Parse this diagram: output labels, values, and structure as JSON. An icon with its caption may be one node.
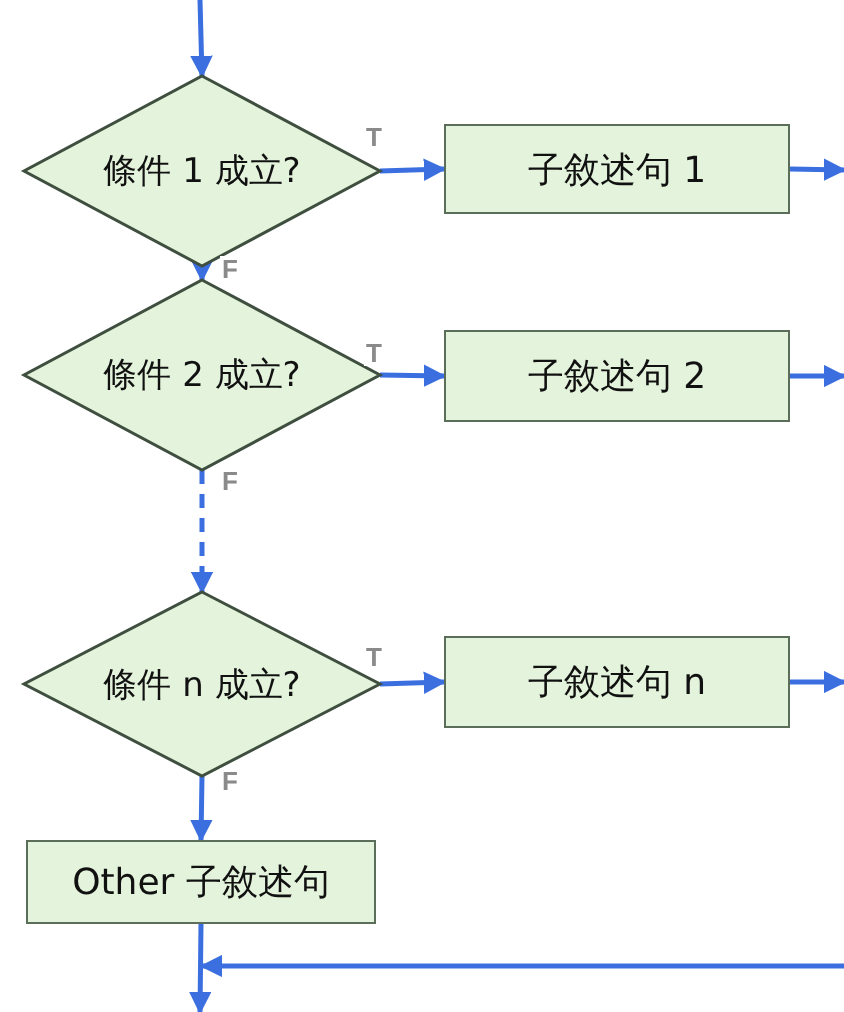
{
  "diagram": {
    "nodes": [
      {
        "text": [
          "條件 1 成立?"
        ]
      },
      {
        "text": [
          "子敘述句 1"
        ]
      },
      {
        "text": [
          "條件 2 成立?"
        ]
      },
      {
        "text": [
          "子敘述句 2"
        ]
      },
      {
        "text": [
          "條件 n 成立?"
        ]
      },
      {
        "text": [
          "子敘述句 n"
        ]
      },
      {
        "text": [
          "Other 子敘述句"
        ]
      }
    ],
    "edges": [
      {
        "from": null,
        "to": 0,
        "arrow": "to"
      },
      {
        "from": 0,
        "to": 1,
        "arrow": "to",
        "label": "T"
      },
      {
        "from": 1,
        "to": null,
        "arrow": "to"
      },
      {
        "from": 0,
        "to": 2,
        "arrow": "to",
        "label": "F"
      },
      {
        "from": 2,
        "to": 3,
        "arrow": "to",
        "label": "T"
      },
      {
        "from": 3,
        "to": null,
        "arrow": "to"
      },
      {
        "from": 2,
        "to": 4,
        "arrow": "to",
        "label": "F",
        "style": "dashed"
      },
      {
        "from": 4,
        "to": 5,
        "arrow": "to",
        "label": "T"
      },
      {
        "from": 5,
        "to": null,
        "arrow": "to"
      },
      {
        "from": 4,
        "to": 6,
        "arrow": "to",
        "label": "F"
      },
      {
        "from": 6,
        "to": null,
        "arrow": "to"
      }
    ]
  }
}
